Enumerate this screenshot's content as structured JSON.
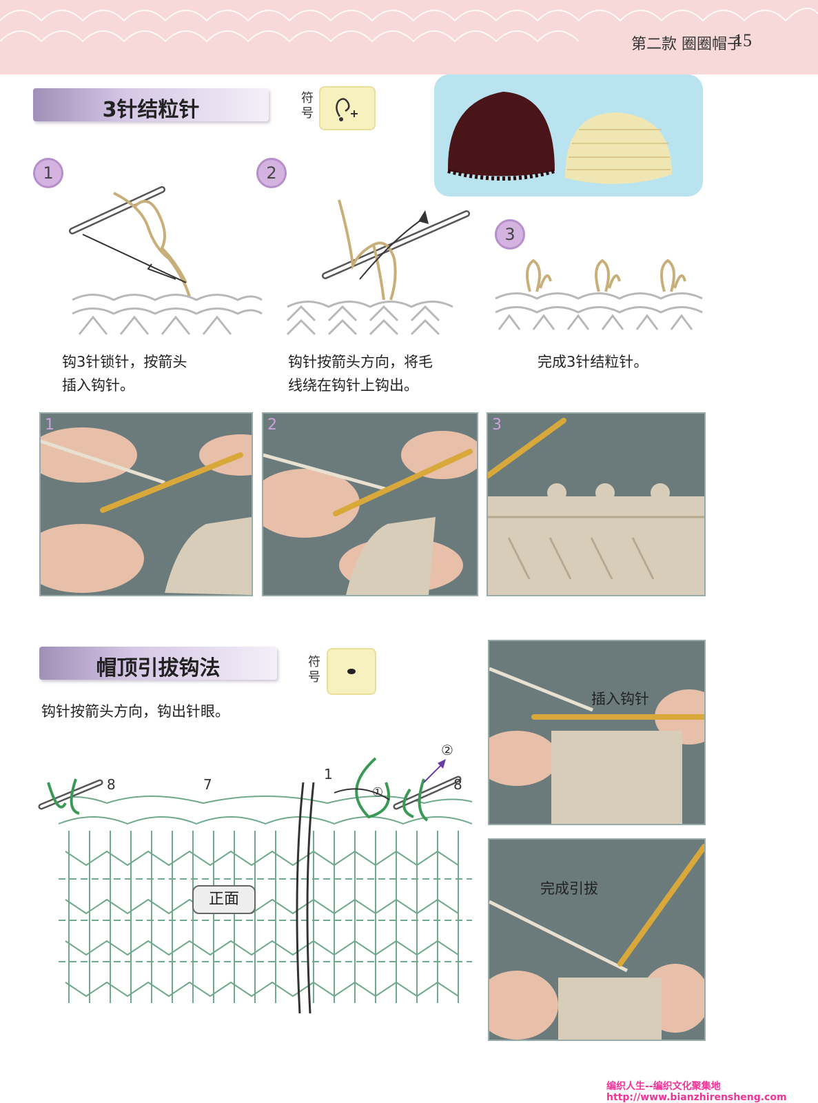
{
  "header": {
    "title": "第二款  圈圈帽子",
    "page_number": "15"
  },
  "section1": {
    "title": "3针结粒针",
    "symbol_label": "符号",
    "steps": [
      {
        "number": "1",
        "caption_line1": "钩3针锁针，按箭头",
        "caption_line2": "插入钩针。"
      },
      {
        "number": "2",
        "caption_line1": "钩针按箭头方向，将毛",
        "caption_line2": "线绕在钩针上钩出。"
      },
      {
        "number": "3",
        "caption_line1": "完成3针结粒针。",
        "caption_line2": ""
      }
    ],
    "photos": [
      {
        "number": "1"
      },
      {
        "number": "2"
      },
      {
        "number": "3"
      }
    ]
  },
  "section2": {
    "title": "帽顶引拔钩法",
    "symbol_label": "符号",
    "instruction": "钩针按箭头方向，钩出针眼。",
    "diagram": {
      "label_8_left": "8",
      "label_7": "7",
      "label_1": "1",
      "label_8_right": "8",
      "circle_1": "①",
      "circle_2": "②",
      "front_label": "正面"
    },
    "photo_labels": {
      "top": "插入钩针",
      "bottom": "完成引拔"
    }
  },
  "footer": {
    "line1": "编织人生--编织文化聚集地",
    "line2": "http://www.bianzhirensheng.com"
  },
  "colors": {
    "header_pink": "#f7d9da",
    "banner_purple": "#a08fb8",
    "symbol_yellow": "#f7f1c0",
    "step_circle": "#d4b3e0",
    "yarn_tan": "#c8ae78",
    "chart_gray": "#b8b8b8",
    "chart_green": "#6fa98c",
    "footer_pink": "#ee3399"
  }
}
